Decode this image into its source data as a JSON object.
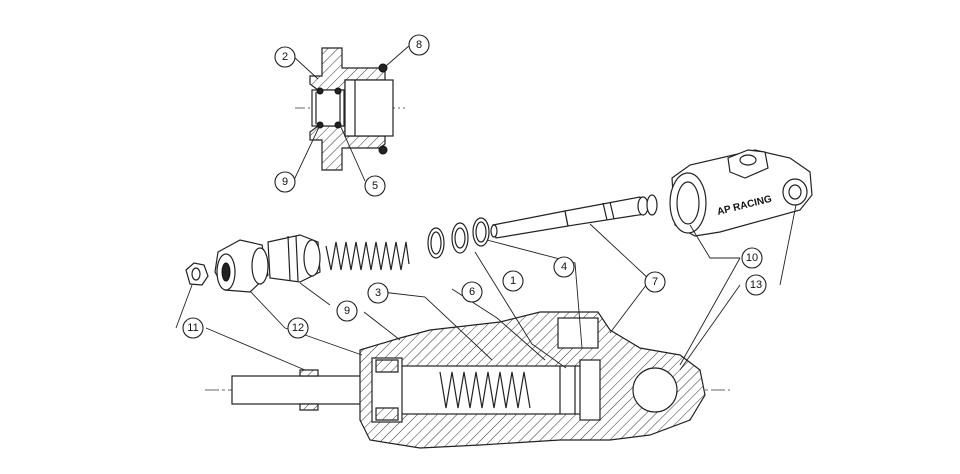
{
  "diagram": {
    "brand_text": "AP RACING",
    "callouts": [
      {
        "id": "c1",
        "label": "1"
      },
      {
        "id": "c2",
        "label": "2"
      },
      {
        "id": "c3",
        "label": "3"
      },
      {
        "id": "c4",
        "label": "4"
      },
      {
        "id": "c5",
        "label": "5"
      },
      {
        "id": "c6",
        "label": "6"
      },
      {
        "id": "c7",
        "label": "7"
      },
      {
        "id": "c8",
        "label": "8"
      },
      {
        "id": "c9a",
        "label": "9"
      },
      {
        "id": "c9b",
        "label": "9"
      },
      {
        "id": "c10",
        "label": "10"
      },
      {
        "id": "c11",
        "label": "11"
      },
      {
        "id": "c12",
        "label": "12"
      },
      {
        "id": "c13",
        "label": "13"
      }
    ]
  }
}
